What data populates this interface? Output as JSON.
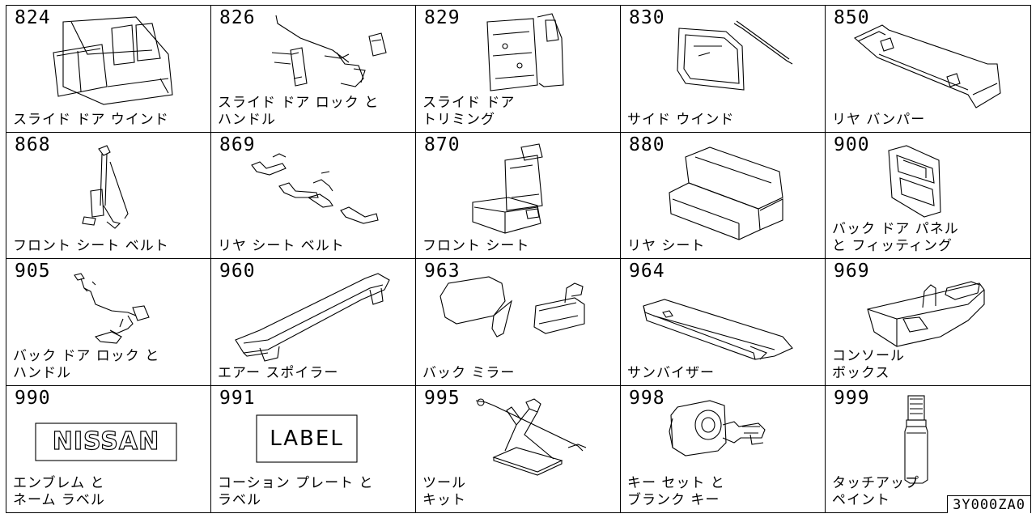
{
  "diagram_code": "3Y000ZA0",
  "cells": [
    {
      "code": "824",
      "label": [
        "スライド ドア ウインド"
      ]
    },
    {
      "code": "826",
      "label": [
        "スライド ドア ロック と",
        "ハンドル"
      ]
    },
    {
      "code": "829",
      "label": [
        "スライド ドア",
        "トリミング"
      ]
    },
    {
      "code": "830",
      "label": [
        "サイド ウインド"
      ]
    },
    {
      "code": "850",
      "label": [
        "リヤ バンパー"
      ]
    },
    {
      "code": "868",
      "label": [
        "フロント シート ベルト"
      ]
    },
    {
      "code": "869",
      "label": [
        "リヤ シート ベルト"
      ]
    },
    {
      "code": "870",
      "label": [
        "フロント シート"
      ]
    },
    {
      "code": "880",
      "label": [
        "リヤ シート"
      ]
    },
    {
      "code": "900",
      "label": [
        "バック ドア パネル",
        "と フィッティング"
      ]
    },
    {
      "code": "905",
      "label": [
        "バック ドア ロック と",
        "ハンドル"
      ]
    },
    {
      "code": "960",
      "label": [
        "エアー スポイラー"
      ]
    },
    {
      "code": "963",
      "label": [
        "バック ミラー"
      ]
    },
    {
      "code": "964",
      "label": [
        "サンバイザー"
      ]
    },
    {
      "code": "969",
      "label": [
        "コンソール",
        "ボックス"
      ]
    },
    {
      "code": "990",
      "label": [
        "エンブレム と",
        "ネーム ラベル"
      ]
    },
    {
      "code": "991",
      "label": [
        "コーション プレート と",
        "ラベル"
      ]
    },
    {
      "code": "995",
      "label": [
        "ツール",
        "キット"
      ]
    },
    {
      "code": "998",
      "label": [
        "キー セット と",
        "ブランク キー"
      ]
    },
    {
      "code": "999",
      "label": [
        "タッチアップ",
        "ペイント"
      ]
    }
  ],
  "emblem_text": "NISSAN",
  "label_plate_text": "LABEL"
}
